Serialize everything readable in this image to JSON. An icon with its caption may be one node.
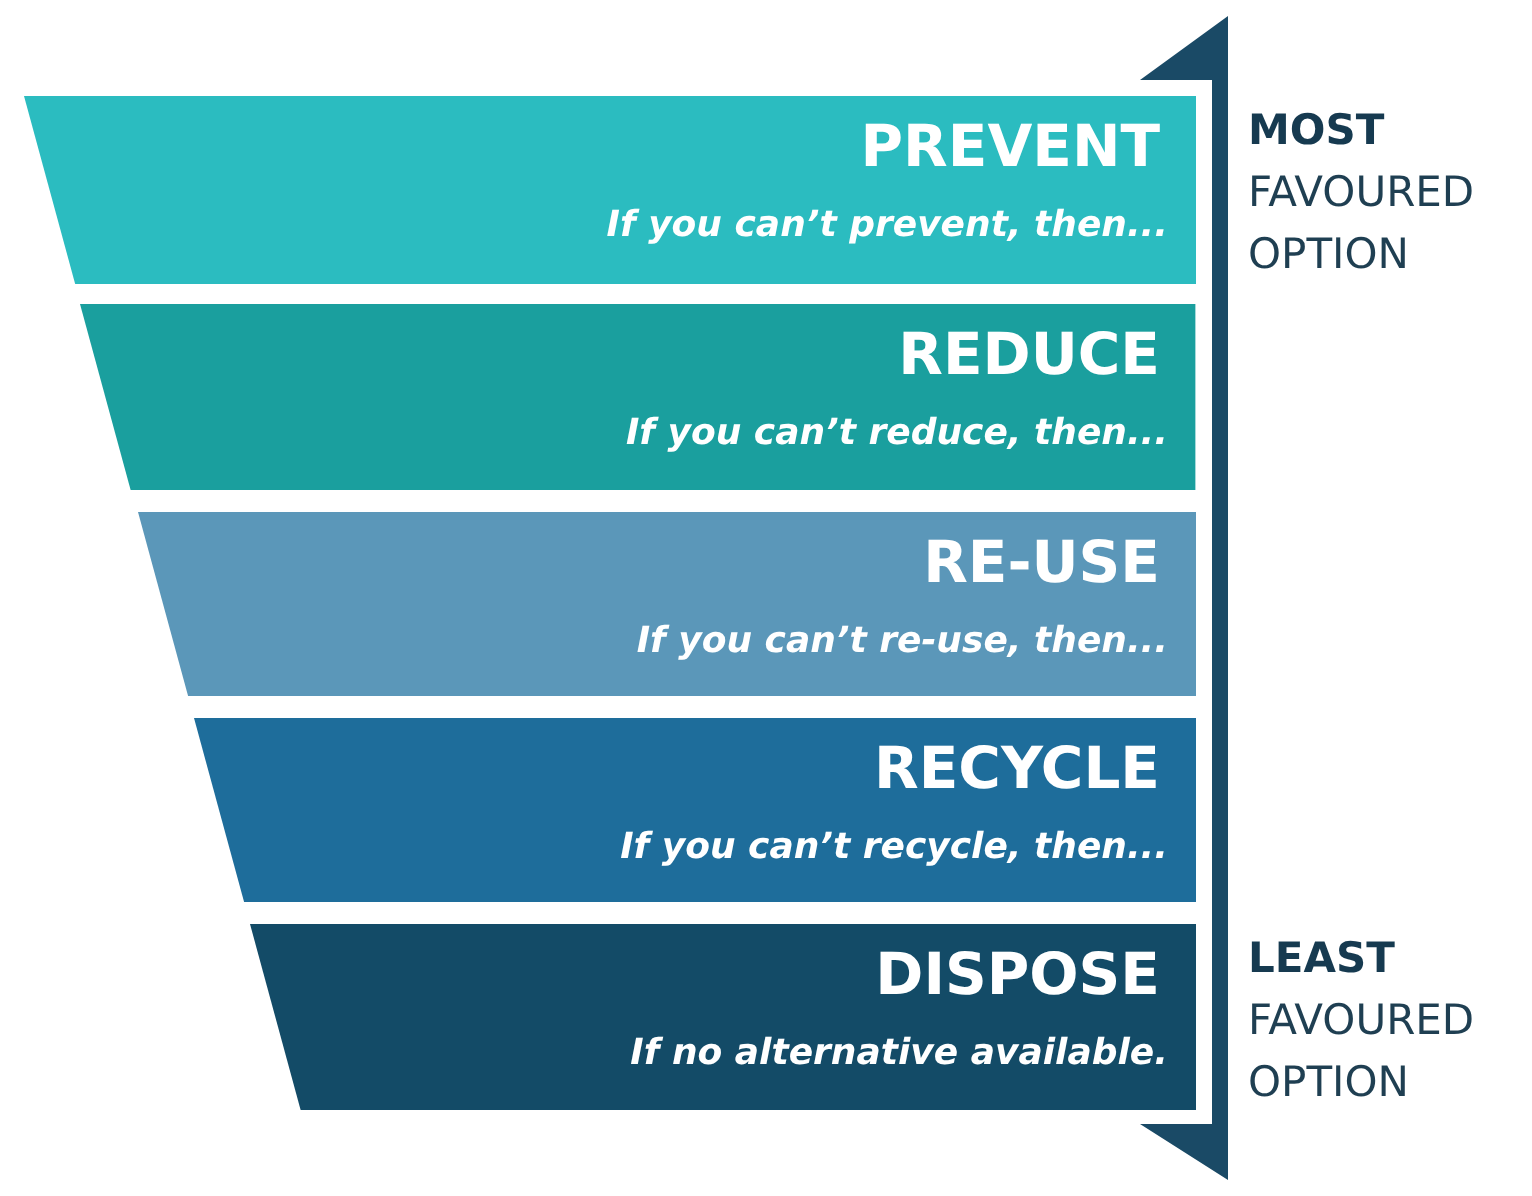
{
  "diagram": {
    "nodes": [
      {
        "text": [
          "PREVENT",
          "If you can’t prevent, then..."
        ]
      },
      {
        "text": [
          "REDUCE",
          "If you can’t reduce, then..."
        ]
      },
      {
        "text": [
          "RE-USE",
          "If you can’t re-use, then..."
        ]
      },
      {
        "text": [
          "RECYCLE",
          "If you can’t recycle, then..."
        ]
      },
      {
        "text": [
          "DISPOSE",
          "If no alternative available."
        ]
      }
    ],
    "edges": [],
    "labels": [
      "**MOST** FAVOURED OPTION",
      "**LEAST** FAVOURED OPTION"
    ]
  }
}
